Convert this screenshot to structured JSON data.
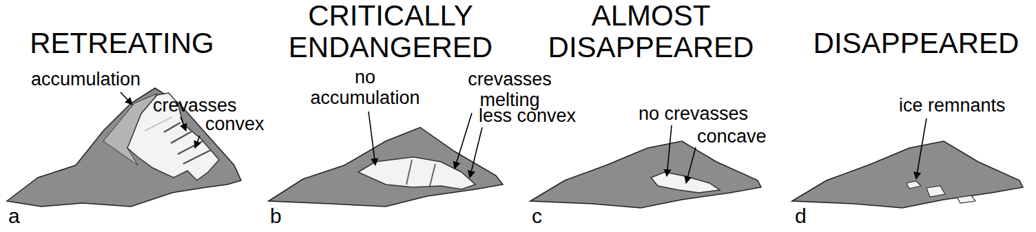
{
  "diagram": {
    "labels": [
      "RETREATING",
      "CRITICALLY ENDANGERED",
      "ALMOST DISAPPEARED",
      "DISAPPEARED",
      "accumulation",
      "crevasses",
      "convex",
      "a",
      "no accumulation",
      "crevasses melting",
      "less convex",
      "b",
      "no crevasses",
      "concave",
      "c",
      "ice remnants",
      "d"
    ]
  }
}
